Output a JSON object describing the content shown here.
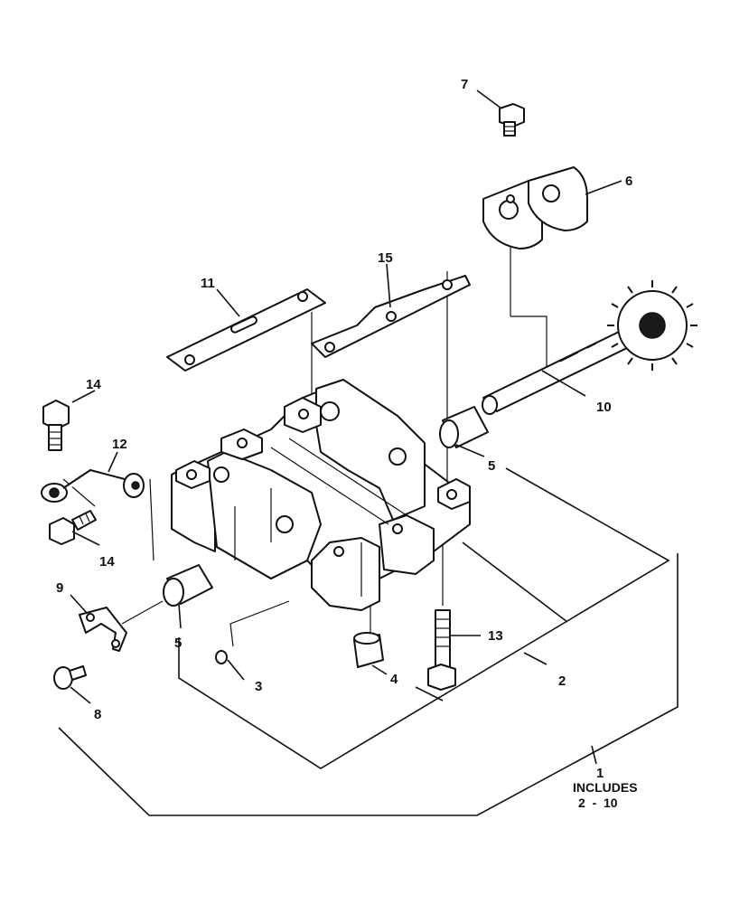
{
  "callouts": {
    "c1": "1",
    "c2": "2",
    "c3": "3",
    "c4": "4",
    "c5a": "5",
    "c5b": "5",
    "c6": "6",
    "c7": "7",
    "c8": "8",
    "c9": "9",
    "c10": "10",
    "c11": "11",
    "c12": "12",
    "c13": "13",
    "c14a": "14",
    "c14b": "14",
    "c15": "15"
  },
  "note": {
    "line1": "INCLUDES",
    "line2": "2  -  10"
  }
}
